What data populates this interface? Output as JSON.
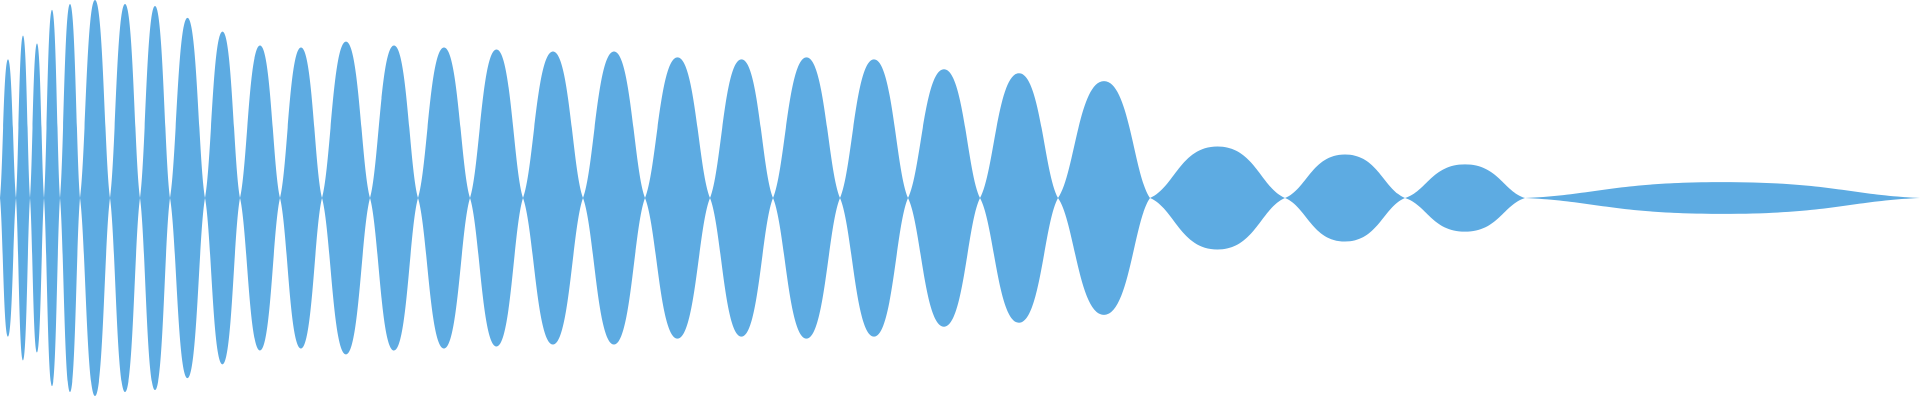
{
  "waveform": {
    "fill_color": "#5DABE2",
    "background_color": "#FFFFFF",
    "segments": [
      {
        "amp": 0.7
      },
      {
        "amp": 0.82
      },
      {
        "amp": 0.78
      },
      {
        "amp": 0.95
      },
      {
        "amp": 0.98
      },
      {
        "amp": 1.0
      },
      {
        "amp": 0.98
      },
      {
        "amp": 0.97
      },
      {
        "amp": 0.91
      },
      {
        "amp": 0.84
      },
      {
        "amp": 0.77
      },
      {
        "amp": 0.76
      },
      {
        "amp": 0.79
      },
      {
        "amp": 0.77
      },
      {
        "amp": 0.76
      },
      {
        "amp": 0.75
      },
      {
        "amp": 0.74
      },
      {
        "amp": 0.74
      },
      {
        "amp": 0.71
      },
      {
        "amp": 0.7
      },
      {
        "amp": 0.71
      },
      {
        "amp": 0.7
      },
      {
        "amp": 0.65
      },
      {
        "amp": 0.63
      },
      {
        "amp": 0.59
      },
      {
        "amp": 0.26
      },
      {
        "amp": 0.22
      },
      {
        "amp": 0.17
      },
      {
        "amp": 0.08
      }
    ]
  }
}
